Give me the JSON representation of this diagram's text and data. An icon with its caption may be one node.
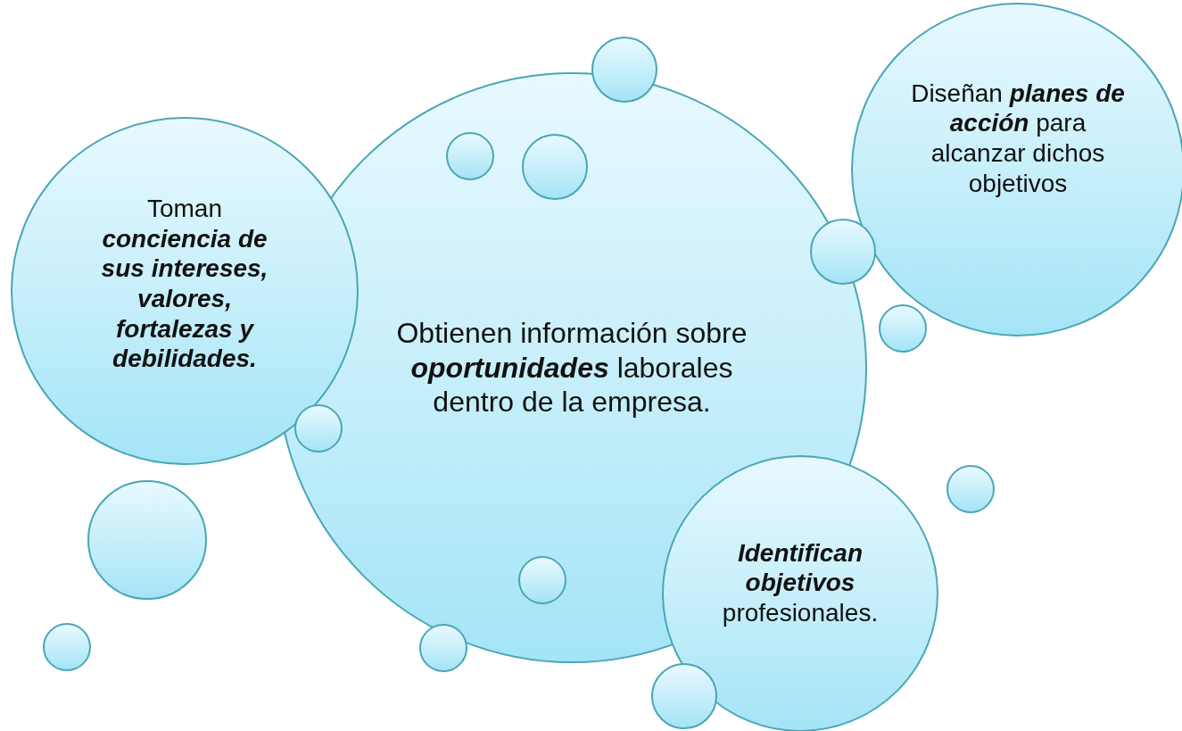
{
  "diagram": {
    "nodes": [
      {
        "text": [
          "Toman **conciencia de sus intereses, valores, fortalezas y debilidades.**"
        ]
      },
      {
        "text": [
          "Obtienen información sobre **oportunidades** laborales dentro de la empresa."
        ]
      },
      {
        "text": [
          "Diseñan **planes de acción** para alcanzar dichos objetivos"
        ]
      },
      {
        "text": [
          "**Identifican objetivos** profesionales."
        ]
      },
      {
        "text": [],
        "shape": "circle"
      },
      {
        "text": [],
        "shape": "circle"
      },
      {
        "text": [],
        "shape": "circle"
      },
      {
        "text": [],
        "shape": "circle"
      },
      {
        "text": [],
        "shape": "circle",
        "in": 1
      },
      {
        "text": [],
        "shape": "circle",
        "in": 1
      },
      {
        "text": [],
        "shape": "circle",
        "in": 1
      },
      {
        "text": [],
        "shape": "circle"
      },
      {
        "text": [],
        "shape": "circle"
      },
      {
        "text": [],
        "shape": "circle"
      },
      {
        "text": [],
        "shape": "circle"
      },
      {
        "text": [],
        "shape": "circle"
      }
    ],
    "edges": []
  }
}
